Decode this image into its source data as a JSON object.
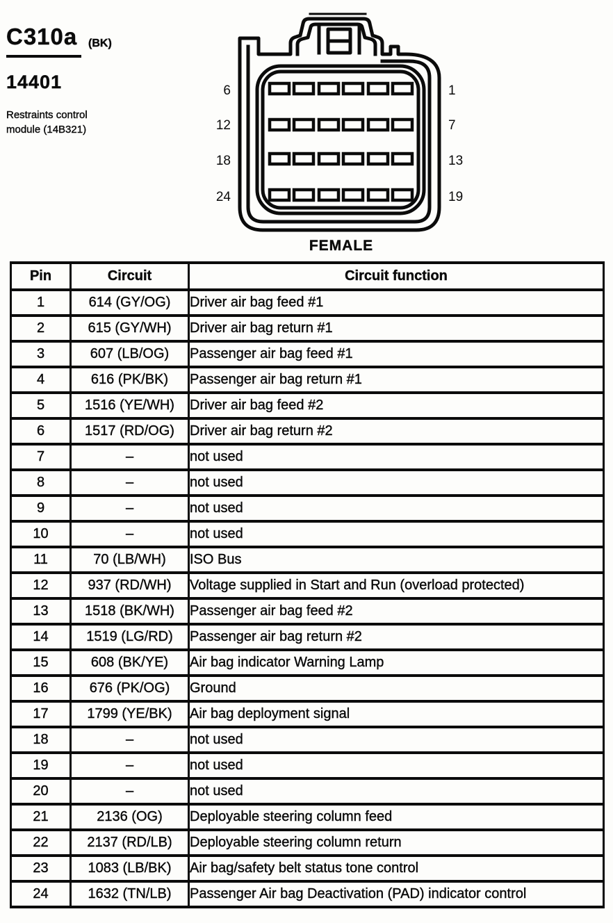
{
  "header": {
    "connector_id": "C310a",
    "color_code": "(BK)",
    "part_number": "14401",
    "component_line1": "Restraints control",
    "component_line2": "module (14B321)"
  },
  "figure": {
    "gender_label": "FEMALE",
    "left_pin_labels": [
      "6",
      "12",
      "18",
      "24"
    ],
    "right_pin_labels": [
      "1",
      "7",
      "13",
      "19"
    ],
    "pin_rows": 4,
    "pin_cols": 6
  },
  "pin_table": {
    "headers": [
      "Pin",
      "Circuit",
      "Circuit function"
    ],
    "rows": [
      [
        "1",
        "614 (GY/OG)",
        "Driver air bag feed #1"
      ],
      [
        "2",
        "615 (GY/WH)",
        "Driver air bag return #1"
      ],
      [
        "3",
        "607 (LB/OG)",
        "Passenger air bag feed #1"
      ],
      [
        "4",
        "616 (PK/BK)",
        "Passenger air bag return #1"
      ],
      [
        "5",
        "1516 (YE/WH)",
        "Driver air bag feed #2"
      ],
      [
        "6",
        "1517 (RD/OG)",
        "Driver air bag return #2"
      ],
      [
        "7",
        "–",
        "not used"
      ],
      [
        "8",
        "–",
        "not used"
      ],
      [
        "9",
        "–",
        "not used"
      ],
      [
        "10",
        "–",
        "not used"
      ],
      [
        "11",
        "70 (LB/WH)",
        "ISO Bus"
      ],
      [
        "12",
        "937 (RD/WH)",
        "Voltage supplied in Start and Run (overload protected)"
      ],
      [
        "13",
        "1518 (BK/WH)",
        "Passenger air bag feed #2"
      ],
      [
        "14",
        "1519 (LG/RD)",
        "Passenger air bag return #2"
      ],
      [
        "15",
        "608 (BK/YE)",
        "Air bag indicator Warning Lamp"
      ],
      [
        "16",
        "676 (PK/OG)",
        "Ground"
      ],
      [
        "17",
        "1799 (YE/BK)",
        "Air bag deployment signal"
      ],
      [
        "18",
        "–",
        "not used"
      ],
      [
        "19",
        "–",
        "not used"
      ],
      [
        "20",
        "–",
        "not used"
      ],
      [
        "21",
        "2136 (OG)",
        "Deployable steering column feed"
      ],
      [
        "22",
        "2137 (RD/LB)",
        "Deployable steering column return"
      ],
      [
        "23",
        "1083 (LB/BK)",
        "Air bag/safety belt status tone control"
      ],
      [
        "24",
        "1632 (TN/LB)",
        "Passenger Air bag Deactivation (PAD) indicator control"
      ]
    ]
  },
  "colors": {
    "ink": "#0b0b0b",
    "paper": "#fdfdfb"
  }
}
